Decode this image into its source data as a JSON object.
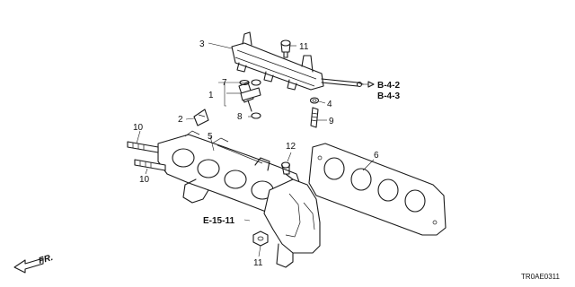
{
  "callouts": {
    "c1": "1",
    "c2": "2",
    "c3": "3",
    "c4": "4",
    "c5": "5",
    "c6": "6",
    "c7": "7",
    "c8": "8",
    "c9": "9",
    "c10a": "10",
    "c10b": "10",
    "c11a": "11",
    "c11b": "11",
    "c12": "12"
  },
  "references": {
    "b42": "B-4-2",
    "b43": "B-4-3",
    "e1511": "E-15-11"
  },
  "direction": {
    "label": "FR."
  },
  "diagram_code": "TR0AE0311",
  "colors": {
    "ink": "#1a1a1a",
    "background": "#ffffff"
  }
}
